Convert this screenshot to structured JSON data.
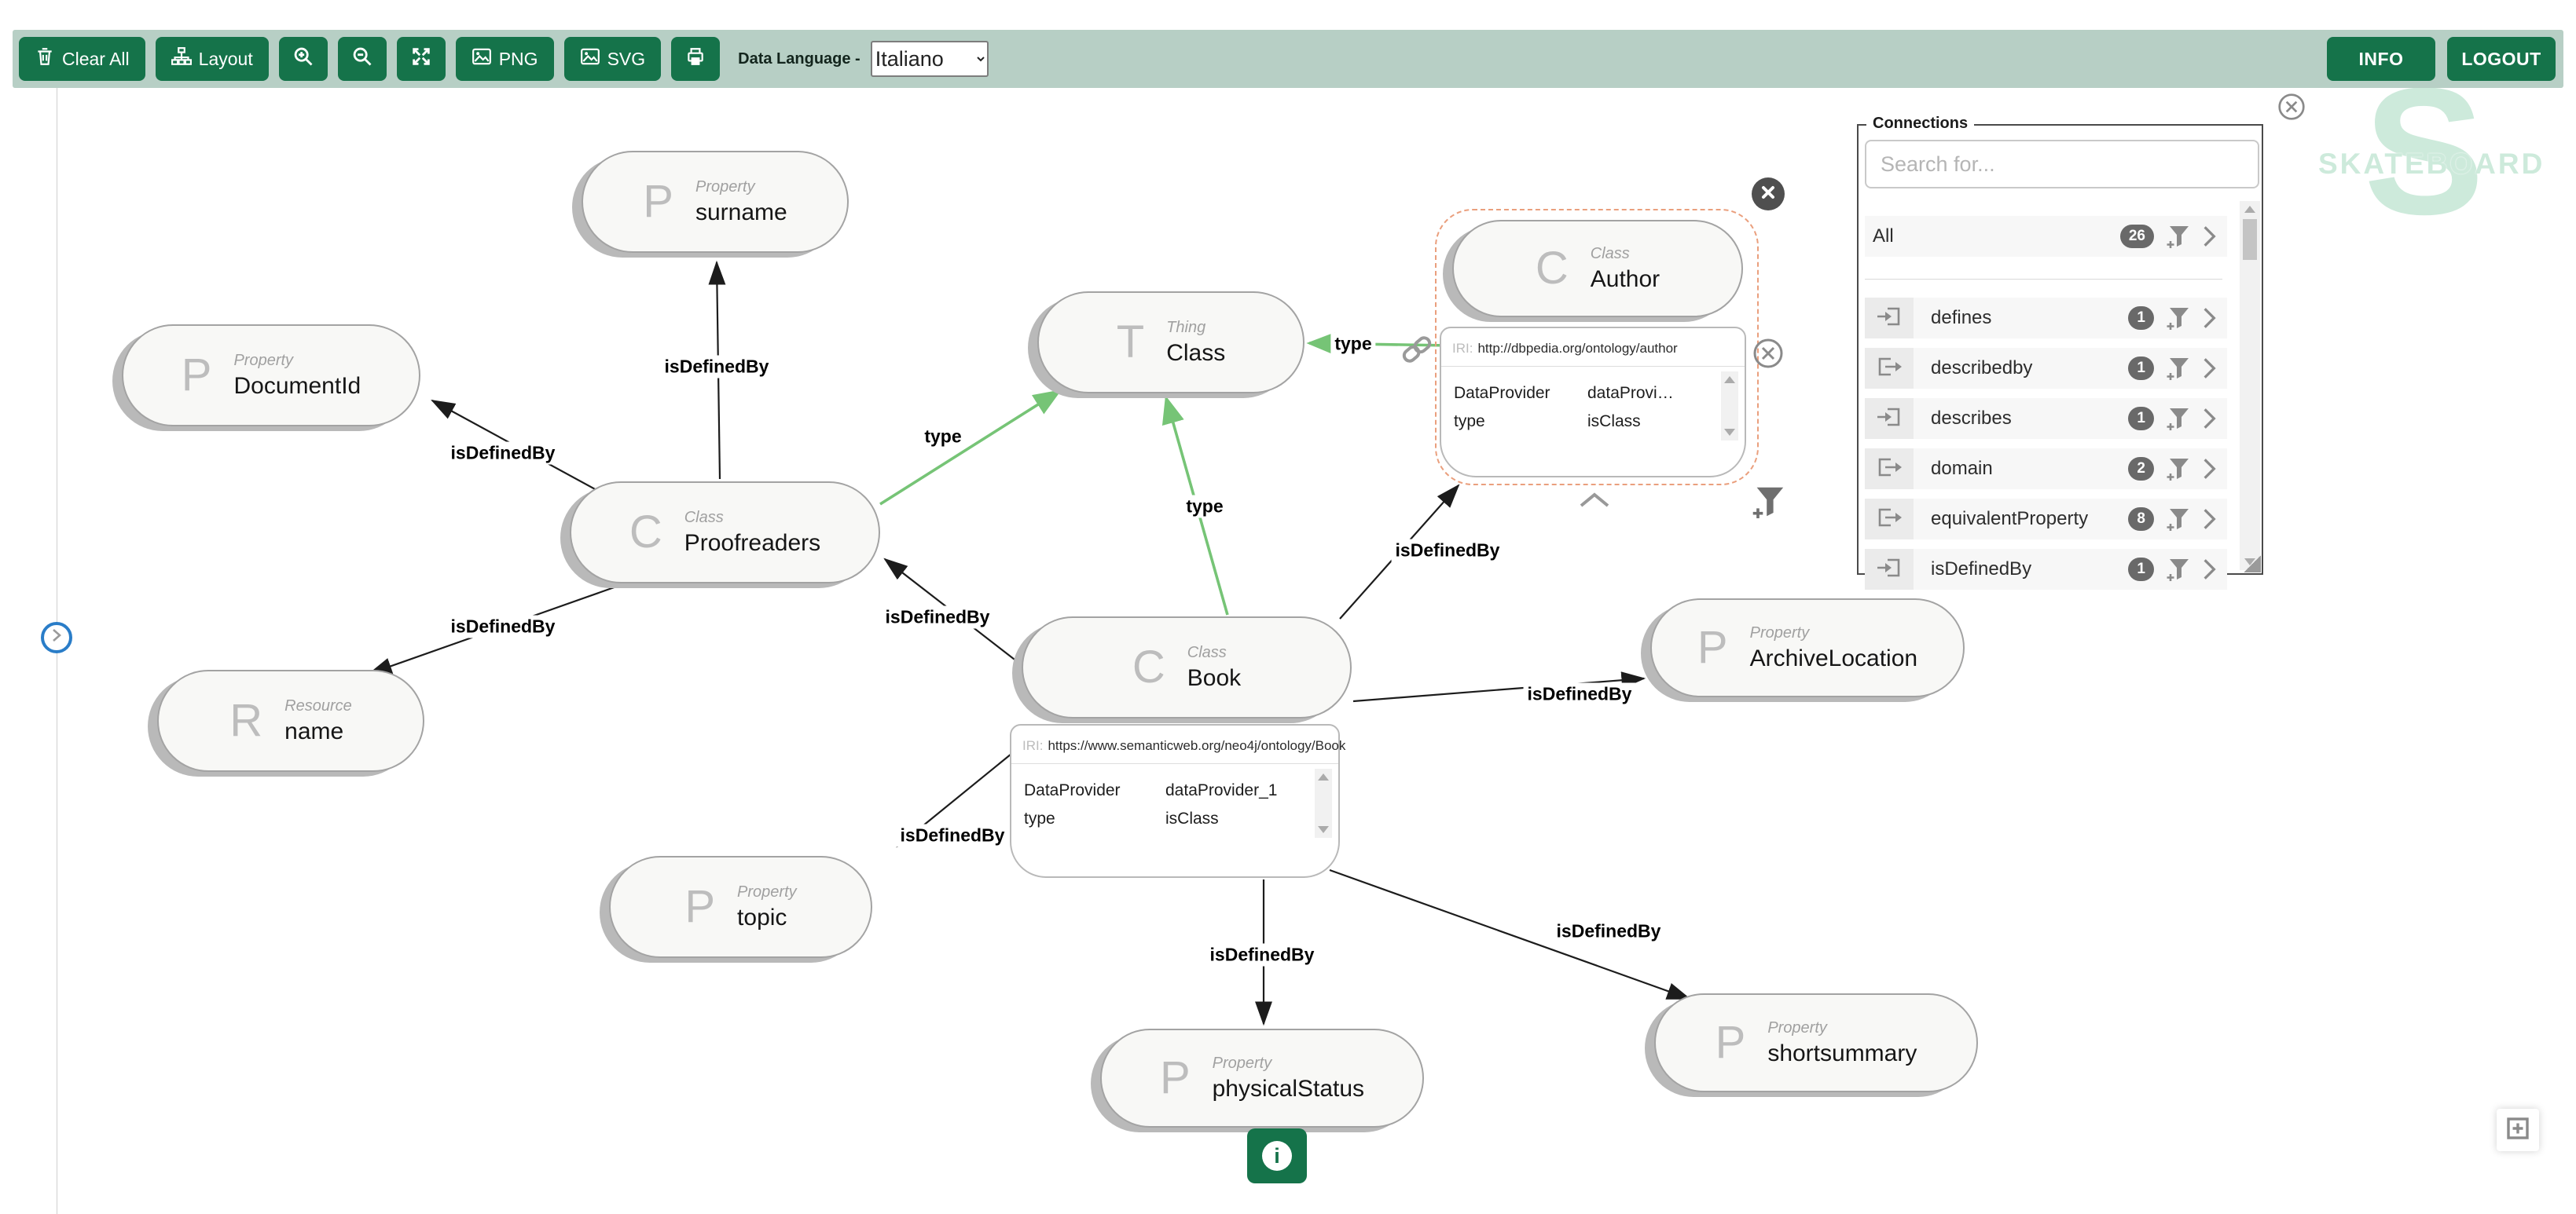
{
  "toolbar": {
    "clear_all": "Clear All",
    "layout": "Layout",
    "png": "PNG",
    "svg": "SVG",
    "data_language_label": "Data Language -",
    "language_value": "Italiano",
    "info": "INFO",
    "logout": "LOGOUT"
  },
  "logo": {
    "monogram": "S",
    "text": "SKATEBOARD"
  },
  "connections_panel": {
    "title": "Connections",
    "search_placeholder": "Search for...",
    "rows": [
      {
        "label": "All",
        "count": "26",
        "direction": "none"
      },
      {
        "label": "defines",
        "count": "1",
        "direction": "incoming"
      },
      {
        "label": "describedby",
        "count": "1",
        "direction": "outgoing"
      },
      {
        "label": "describes",
        "count": "1",
        "direction": "incoming"
      },
      {
        "label": "domain",
        "count": "2",
        "direction": "outgoing"
      },
      {
        "label": "equivalentProperty",
        "count": "8",
        "direction": "outgoing"
      },
      {
        "label": "isDefinedBy",
        "count": "1",
        "direction": "incoming"
      }
    ]
  },
  "graph": {
    "nodes": [
      {
        "letter": "P",
        "kind": "Property",
        "name": "surname"
      },
      {
        "letter": "P",
        "kind": "Property",
        "name": "DocumentId"
      },
      {
        "letter": "C",
        "kind": "Class",
        "name": "Proofreaders"
      },
      {
        "letter": "T",
        "kind": "Thing",
        "name": "Class"
      },
      {
        "letter": "C",
        "kind": "Class",
        "name": "Author"
      },
      {
        "letter": "C",
        "kind": "Class",
        "name": "Book"
      },
      {
        "letter": "R",
        "kind": "Resource",
        "name": "name"
      },
      {
        "letter": "P",
        "kind": "Property",
        "name": "topic"
      },
      {
        "letter": "P",
        "kind": "Property",
        "name": "ArchiveLocation"
      },
      {
        "letter": "P",
        "kind": "Property",
        "name": "physicalStatus"
      },
      {
        "letter": "P",
        "kind": "Property",
        "name": "shortsummary"
      }
    ],
    "edges": [
      {
        "label": "isDefinedBy"
      },
      {
        "label": "isDefinedBy"
      },
      {
        "label": "isDefinedBy"
      },
      {
        "label": "isDefinedBy"
      },
      {
        "label": "type"
      },
      {
        "label": "type"
      },
      {
        "label": "type"
      },
      {
        "label": "isDefinedBy"
      },
      {
        "label": "isDefinedBy"
      },
      {
        "label": "isDefinedBy"
      },
      {
        "label": "isDefinedBy"
      },
      {
        "label": "isDefinedBy"
      }
    ]
  },
  "author_popup": {
    "iri_label": "IRI:",
    "iri": "http://dbpedia.org/ontology/author",
    "rows": [
      {
        "key": "DataProvider",
        "value": "dataProvi…"
      },
      {
        "key": "type",
        "value": "isClass"
      }
    ]
  },
  "book_popup": {
    "iri_label": "IRI:",
    "iri": "https://www.semanticweb.org/neo4j/ontology/Book",
    "rows": [
      {
        "key": "DataProvider",
        "value": "dataProvider_1"
      },
      {
        "key": "type",
        "value": "isClass"
      }
    ]
  },
  "icons": {
    "info_glyph": "i"
  },
  "colors": {
    "toolbar_bg": "#b7cfc5",
    "button_green": "#15734a",
    "logo_mint": "#cdeadb",
    "edge_green": "#76c476",
    "selection_orange": "#ea9f7d"
  }
}
